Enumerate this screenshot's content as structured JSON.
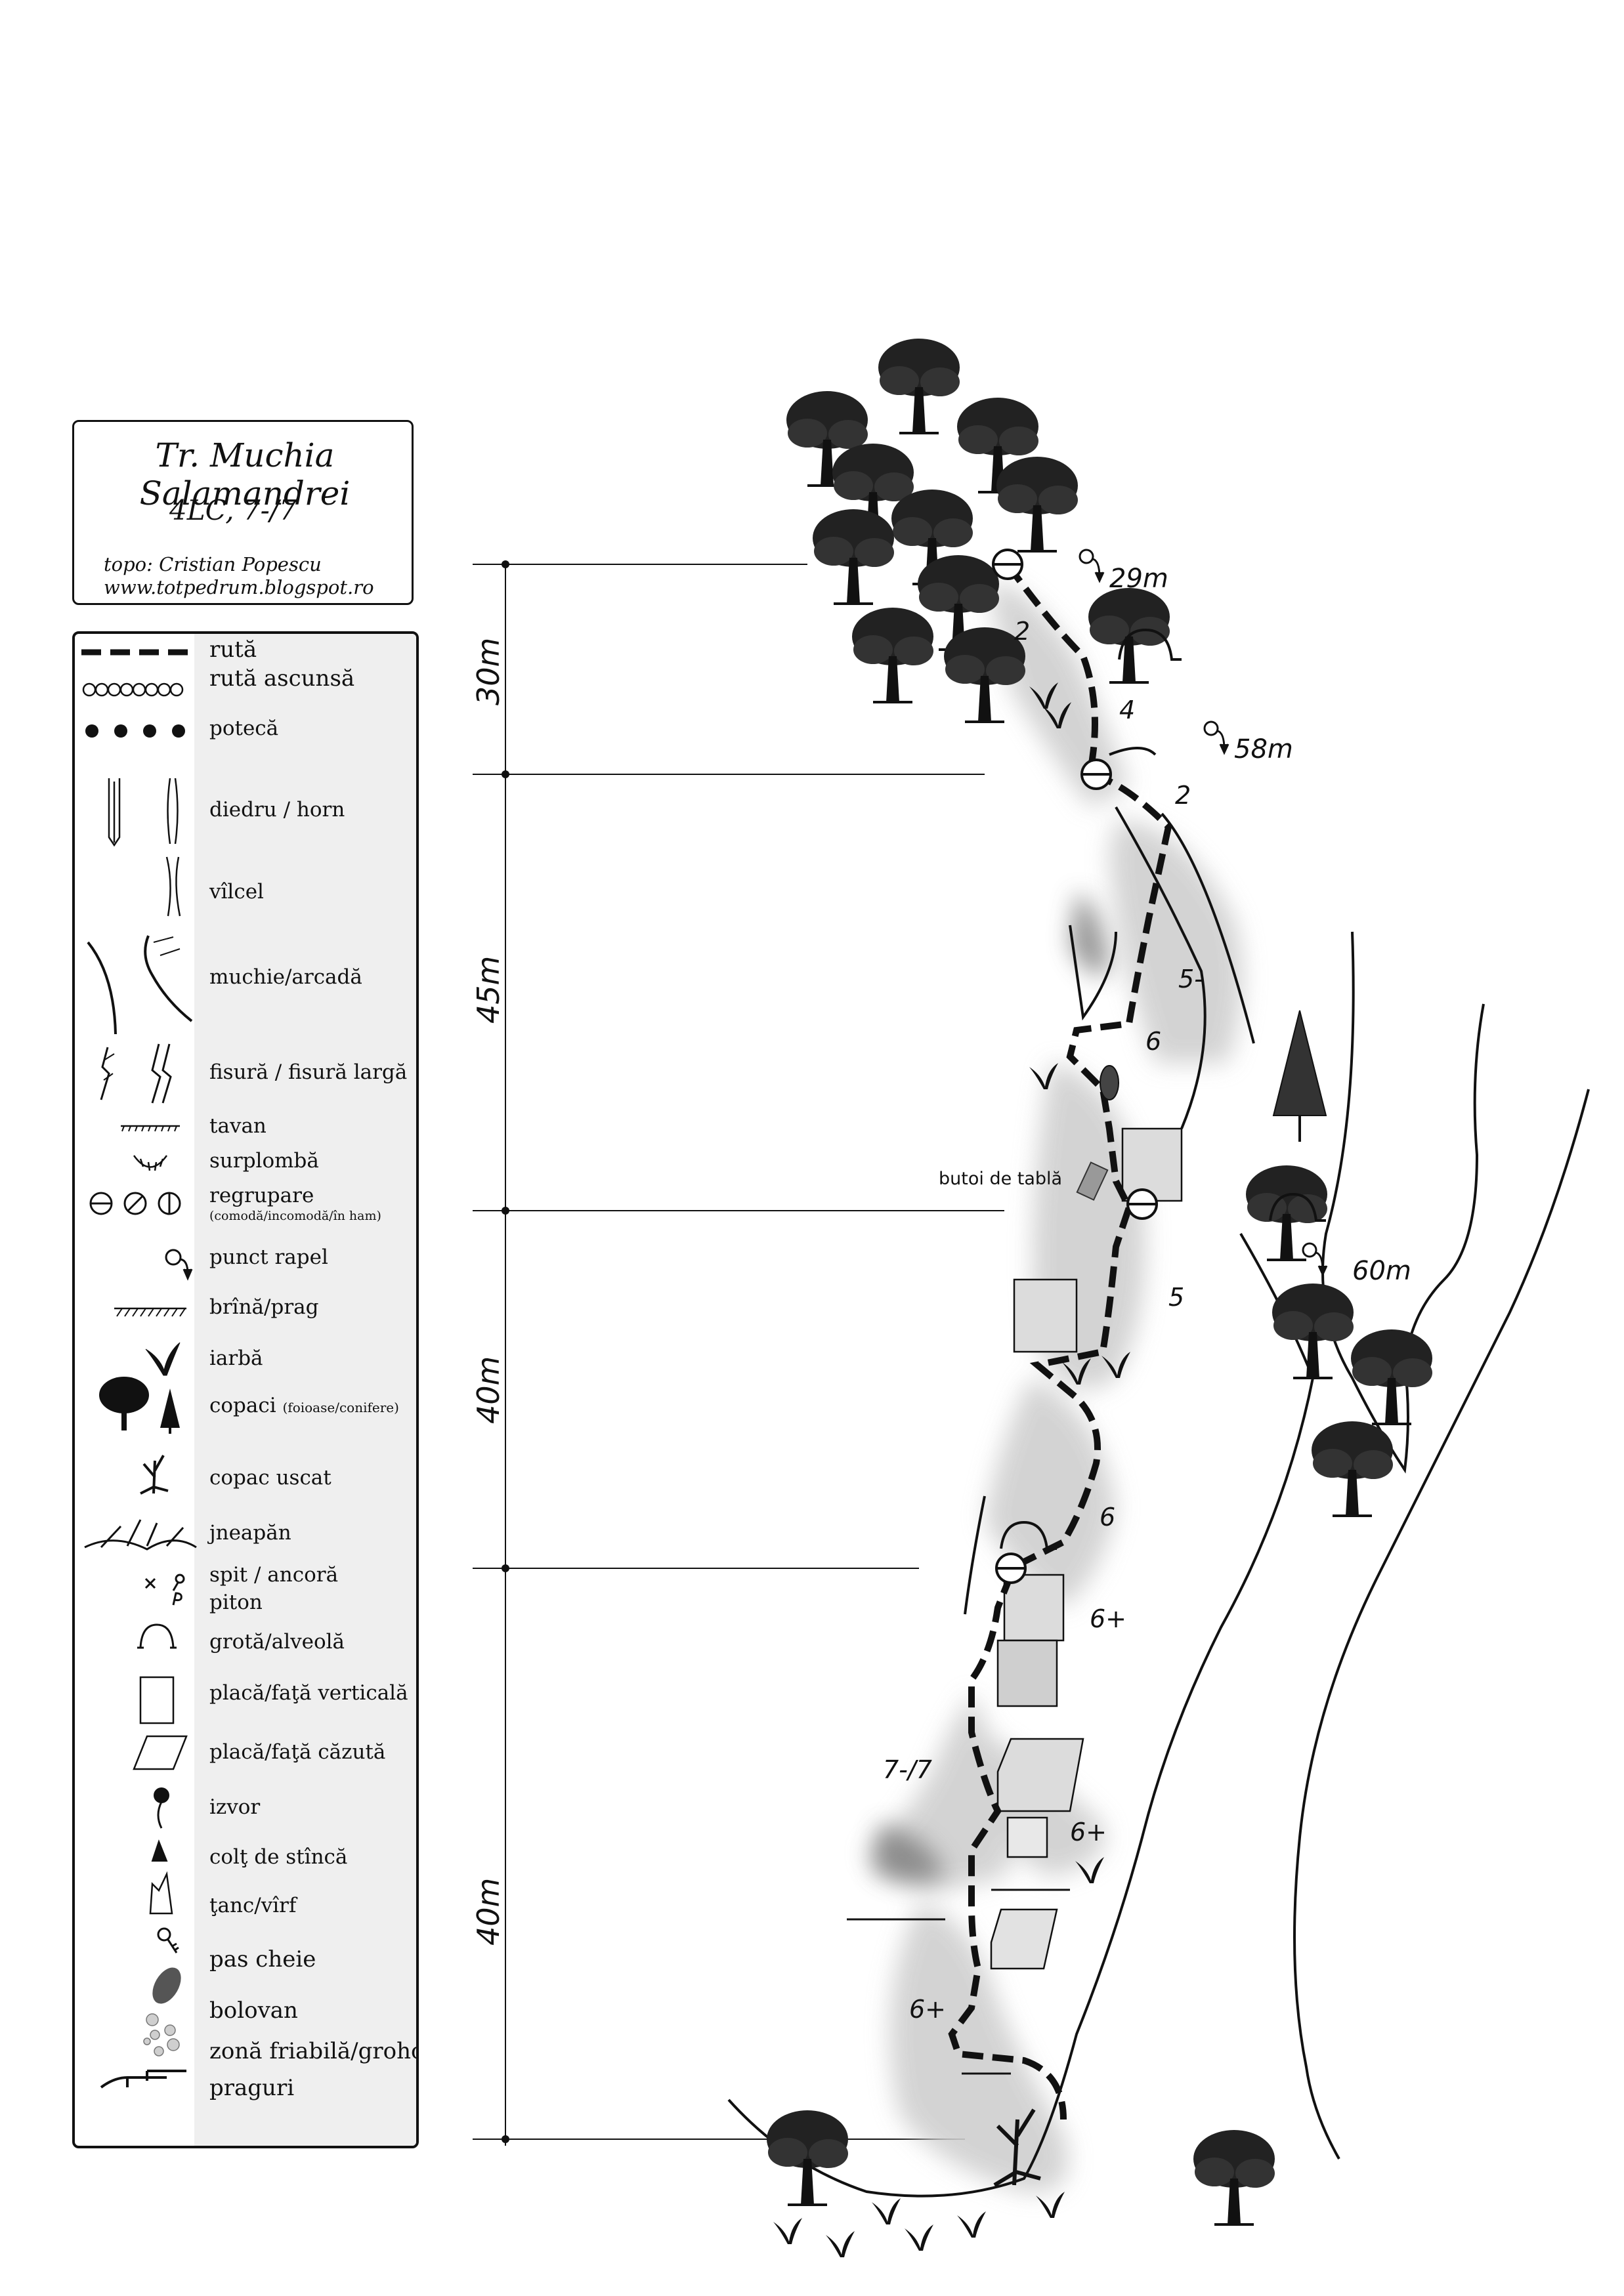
{
  "title": {
    "name": "Tr. Muchia Salamandrei",
    "grade": "4LC, 7-/7",
    "author": "topo: Cristian Popescu",
    "website": "www.totpedrum.blogspot.ro"
  },
  "legend": [
    {
      "id": "ruta",
      "label": "rută",
      "icon": "dashed-line-icon"
    },
    {
      "id": "ruta-ascunsa",
      "label": "rută ascunsă",
      "icon": "circle-chain-icon"
    },
    {
      "id": "poteca",
      "label": "potecă",
      "icon": "dotted-line-icon"
    },
    {
      "id": "diedru",
      "label": "diedru  /  horn",
      "icon": "dihedral-chimney-icon"
    },
    {
      "id": "vilcel",
      "label": "vîlcel",
      "icon": "gully-icon"
    },
    {
      "id": "muchie",
      "label": "muchie/arcadă",
      "icon": "ridge-arch-icon"
    },
    {
      "id": "fisura",
      "label": "fisură  /  fisură largă",
      "icon": "crack-icon"
    },
    {
      "id": "tavan",
      "label": "tavan",
      "icon": "roof-icon"
    },
    {
      "id": "surplomba",
      "label": "surplombă",
      "icon": "overhang-icon"
    },
    {
      "id": "regrupare",
      "label": "regrupare",
      "sub": "(comodă/incomodă/în ham)",
      "icon": "belay-icon"
    },
    {
      "id": "rapel",
      "label": "punct rapel",
      "icon": "rappel-icon"
    },
    {
      "id": "brina",
      "label": "brînă/prag",
      "icon": "ledge-icon"
    },
    {
      "id": "iarba",
      "label": "iarbă",
      "icon": "grass-icon"
    },
    {
      "id": "copaci",
      "label": "copaci",
      "sub_inline": "(foioase/conifere)",
      "icon": "trees-icon"
    },
    {
      "id": "copac-uscat",
      "label": "copac uscat",
      "icon": "dead-tree-icon"
    },
    {
      "id": "jneapan",
      "label": "jneapăn",
      "icon": "dwarf-pine-icon"
    },
    {
      "id": "spit",
      "label": "spit / ancoră",
      "icon": "bolt-icon"
    },
    {
      "id": "piton",
      "label": "piton",
      "icon": "piton-icon"
    },
    {
      "id": "grota",
      "label": "grotă/alveolă",
      "icon": "cave-icon"
    },
    {
      "id": "placa-verticala",
      "label": "placă/faţă verticală",
      "icon": "vertical-slab-icon"
    },
    {
      "id": "placa-cazuta",
      "label": "placă/faţă căzută",
      "icon": "slab-icon"
    },
    {
      "id": "izvor",
      "label": "izvor",
      "icon": "spring-icon"
    },
    {
      "id": "colt",
      "label": "colţ de stîncă",
      "icon": "rock-spike-icon"
    },
    {
      "id": "tanc",
      "label": "ţanc/vîrf",
      "icon": "pinnacle-icon"
    },
    {
      "id": "pas-cheie",
      "label": "pas cheie",
      "icon": "key-icon"
    },
    {
      "id": "bolovan",
      "label": "bolovan",
      "icon": "boulder-icon"
    },
    {
      "id": "zona-friabila",
      "label": "zonă friabilă/grohotiş",
      "icon": "scree-icon"
    },
    {
      "id": "praguri",
      "label": "praguri",
      "icon": "steps-icon"
    }
  ],
  "scale": [
    {
      "label": "30m"
    },
    {
      "label": "45m"
    },
    {
      "label": "40m"
    },
    {
      "label": "40m"
    }
  ],
  "rappels": [
    {
      "label": "29m"
    },
    {
      "label": "58m"
    },
    {
      "label": "60m"
    }
  ],
  "grades": [
    "2",
    "4",
    "2",
    "5-",
    "6",
    "5",
    "6",
    "6+",
    "7-/7",
    "6+",
    "6+"
  ],
  "annotations": {
    "barrel": "butoi de tablă"
  }
}
